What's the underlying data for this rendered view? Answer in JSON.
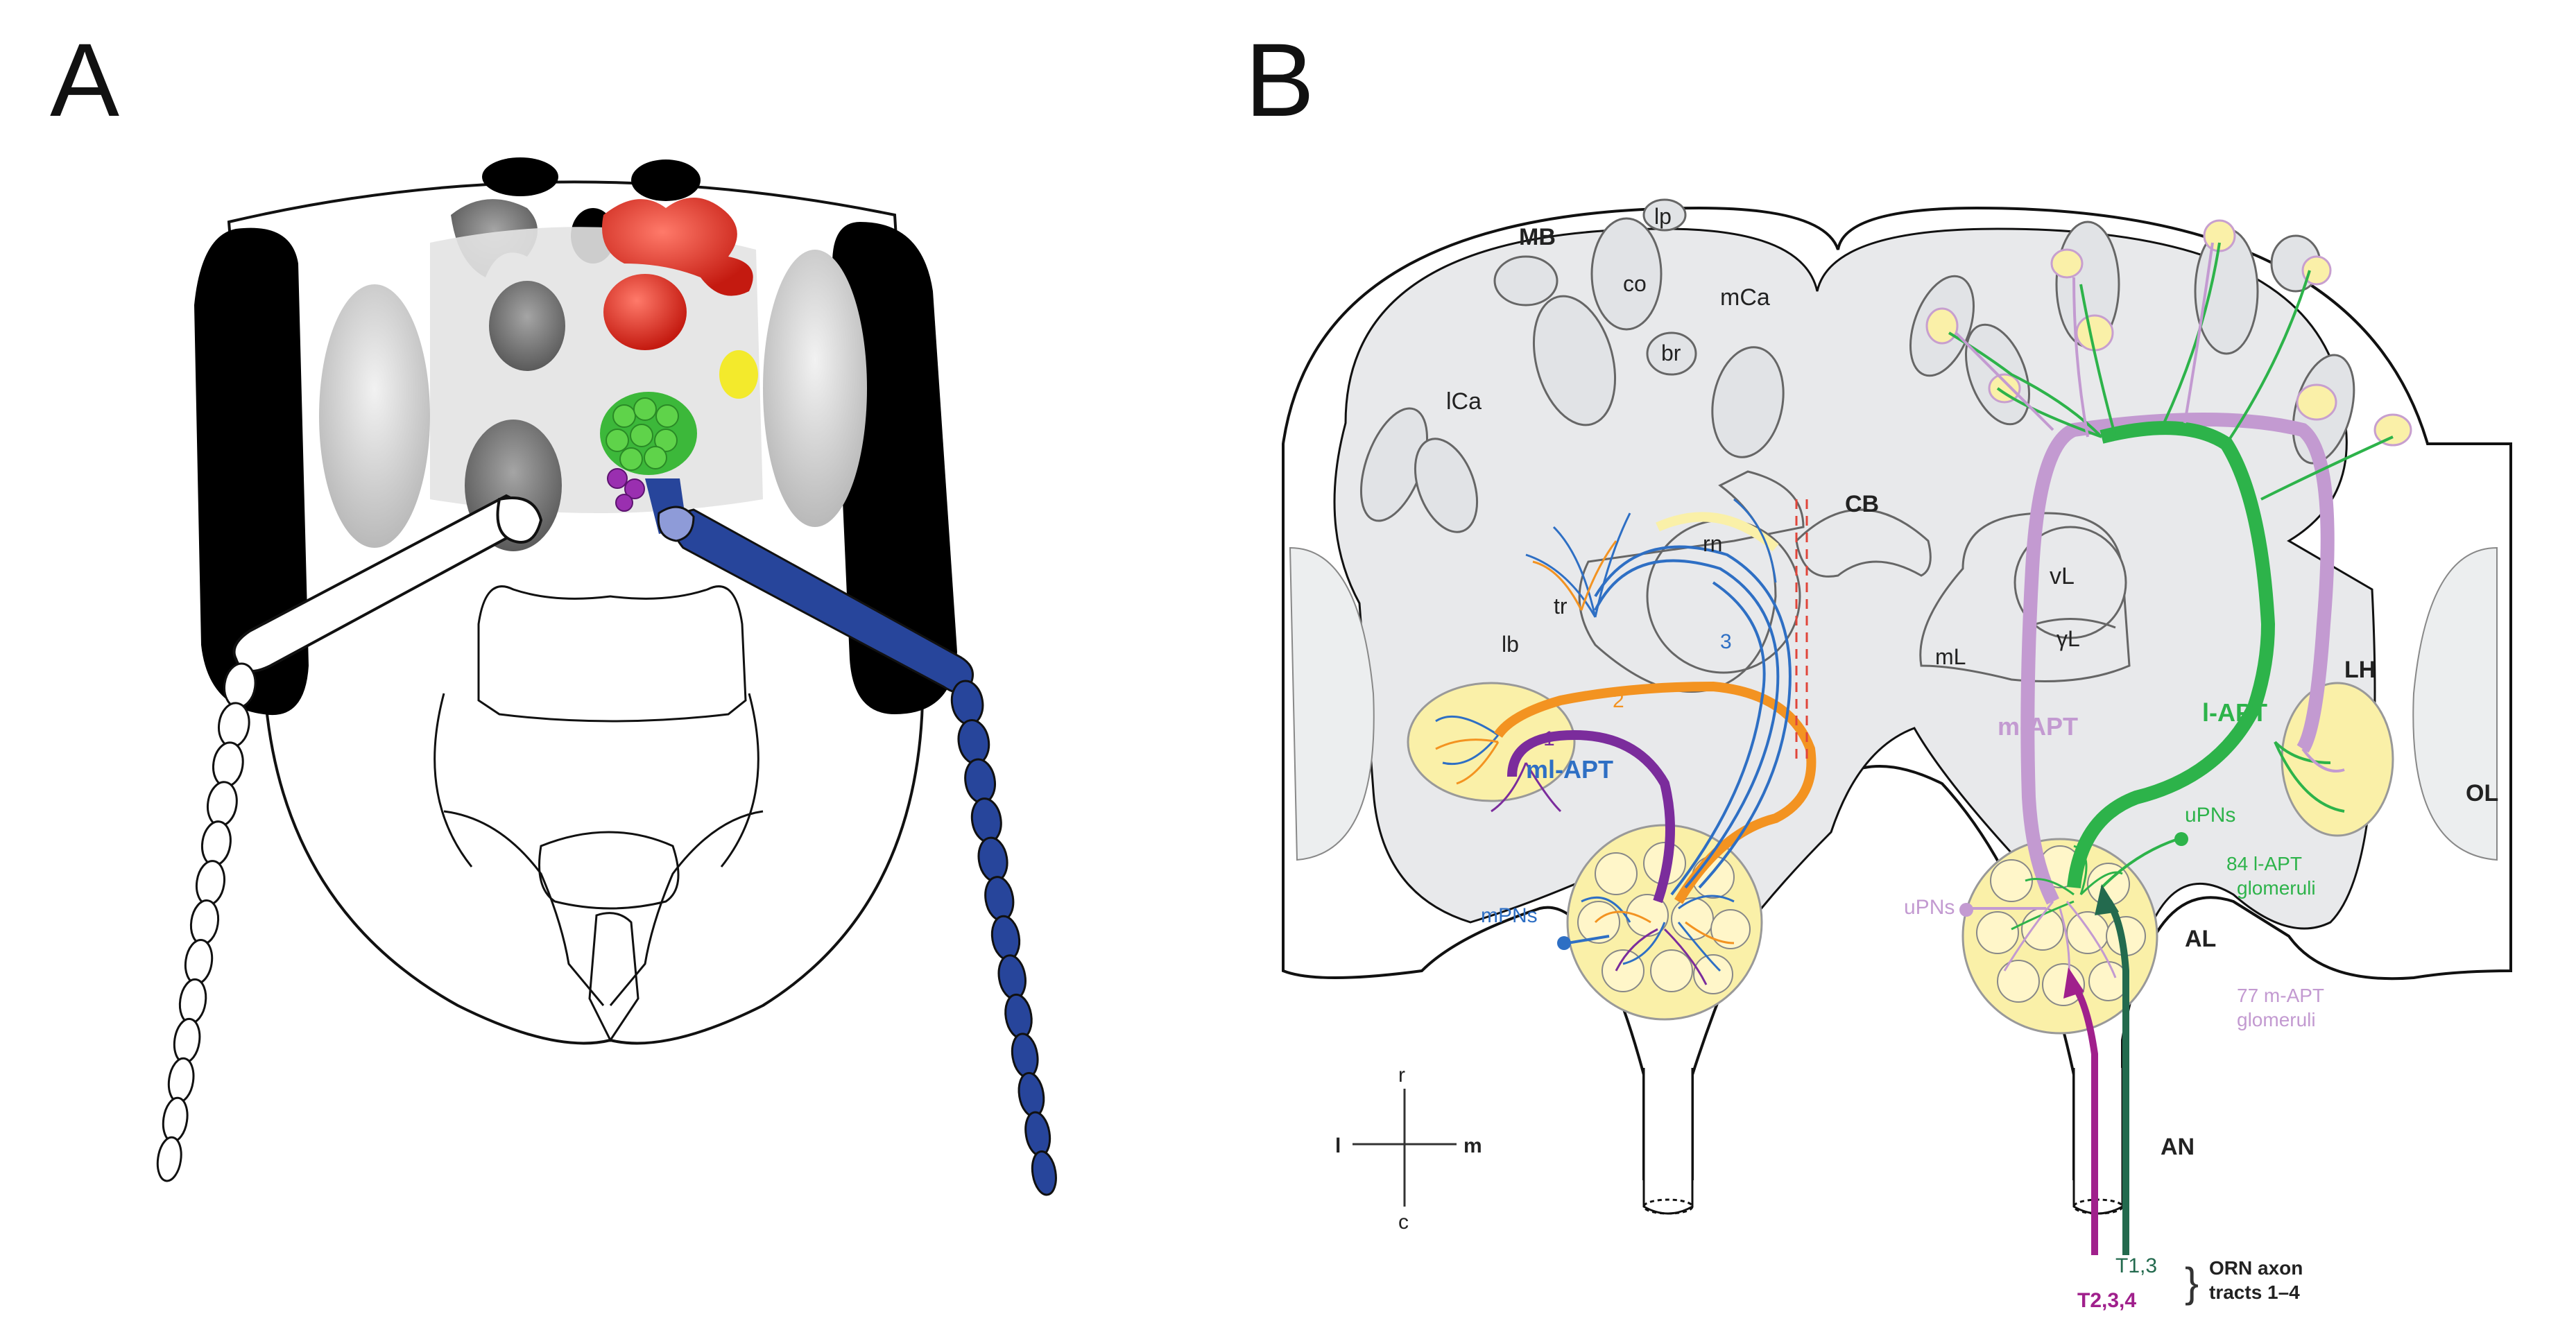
{
  "panels": {
    "a": "A",
    "b": "B"
  },
  "regions": {
    "mb": "MB",
    "lp": "lp",
    "co": "co",
    "br": "br",
    "mca": "mCa",
    "lca": "lCa",
    "cb": "CB",
    "rn": "rn",
    "tr": "tr",
    "lb": "lb",
    "vl": "vL",
    "yl": "γL",
    "ml": "mL",
    "lh": "LH",
    "ol": "OL",
    "al": "AL",
    "an": "AN"
  },
  "tracts": {
    "n1": "1",
    "n2": "2",
    "n3": "3",
    "mlapt": "ml-APT",
    "mapt": "m-APT",
    "lapt": "l-APT",
    "mpns": "mPNs",
    "upns_left": "uPNs",
    "upns_right": "uPNs",
    "lapt_glom_1": "84 l-APT",
    "lapt_glom_2": "glomeruli",
    "mapt_glom_1": "77 m-APT",
    "mapt_glom_2": "glomeruli"
  },
  "axes": {
    "r": "r",
    "l": "l",
    "m": "m",
    "c": "c"
  },
  "orn": {
    "t13": "T1,3",
    "t234": "T2,3,4",
    "label_1": "ORN axon",
    "label_2": "tracts 1–4"
  },
  "colors": {
    "lapt": "#2db34a",
    "mapt": "#c39ad1",
    "mlapt": "#7b2c9c",
    "orange": "#f39321",
    "blue": "#2e6fc4",
    "antenna": "#27459b",
    "glomeruli": "#faf0a8",
    "brain": "#e8e9eb"
  }
}
